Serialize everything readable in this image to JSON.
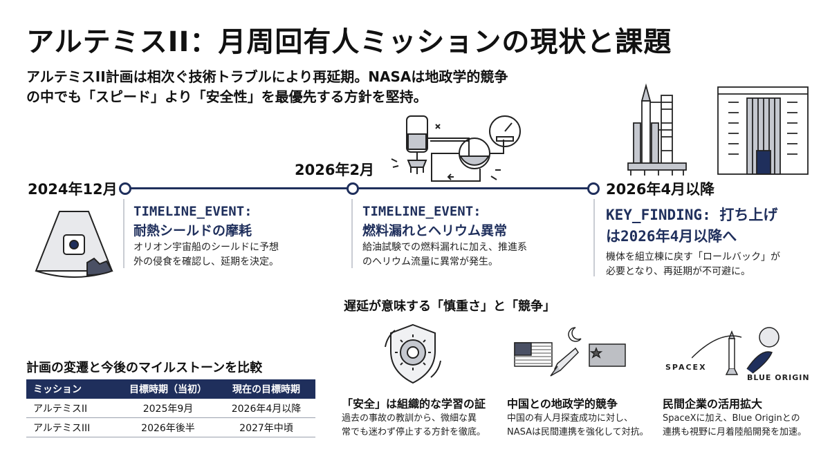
{
  "header": {
    "title": "アルテミスII：月周回有人ミッションの現状と課題",
    "subtitle_line1": "アルテミスII計画は相次ぐ技術トラブルにより再延期。NASAは地政学的競争",
    "subtitle_line2": "の中でも「スピード」より「安全性」を最優先する方針を堅持。"
  },
  "timeline": {
    "events": [
      {
        "date": "2024年12月",
        "tag": "TIMELINE_EVENT:",
        "title": "耐熱シールドの摩耗",
        "desc_line1": "オリオン宇宙船のシールドに予想",
        "desc_line2": "外の侵食を確認し、延期を決定。"
      },
      {
        "date": "2026年2月",
        "tag": "TIMELINE_EVENT:",
        "title": "燃料漏れとヘリウム異常",
        "desc_line1": "給油試験での燃料漏れに加え、推進系",
        "desc_line2": "のヘリウム流量に異常が発生。"
      },
      {
        "date": "2026年4月以降",
        "tag_line1": "KEY_FINDING: 打ち上げ",
        "tag_line2": "は2026年4月以降へ",
        "desc_line1": "機体を組立棟に戻す「ロールバック」が",
        "desc_line2": "必要となり、再延期が不可避に。"
      }
    ]
  },
  "milestones": {
    "title": "計画の変遷と今後のマイルストーンを比較",
    "headers": [
      "ミッション",
      "目標時期（当初）",
      "現在の目標時期"
    ],
    "rows": [
      [
        "アルテミスII",
        "2025年9月",
        "2026年4月以降"
      ],
      [
        "アルテミスIII",
        "2026年後半",
        "2027年中頃"
      ]
    ]
  },
  "meaning": {
    "title": "遅延が意味する「慎重さ」と「競争」",
    "columns": [
      {
        "title": "「安全」は組織的な学習の証",
        "desc_line1": "過去の事故の教訓から、微細な異",
        "desc_line2": "常でも迷わず停止する方針を徹底。",
        "icon": "shield-gear-icon"
      },
      {
        "title": "中国との地政学的競争",
        "desc_line1": "中国の有人月探査成功に対し、",
        "desc_line2": "NASAは民間連携を強化して対抗。",
        "icon": "flags-rocket-moon-icon"
      },
      {
        "title": "民間企業の活用拡大",
        "desc_line1": "SpaceXに加え、Blue Originとの",
        "desc_line2": "連携も視野に月着陸船開発を加速。",
        "icon": "spacex-blue-origin-icon"
      }
    ],
    "logos": {
      "spacex": "SPACEX",
      "blue_origin": "BLUE ORIGIN"
    }
  },
  "colors": {
    "navy": "#1f2f5c",
    "text": "#111111",
    "illustration_gray": "#c5c8cf"
  }
}
